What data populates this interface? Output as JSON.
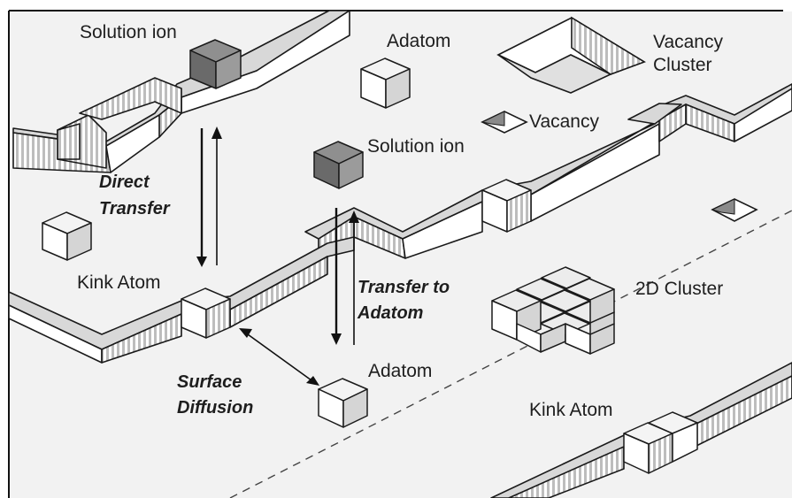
{
  "colors": {
    "terrace": "#f2f2f2",
    "terrace_lower": "#f7f7f7",
    "atom_top_light": "#f3f3f3",
    "atom_side_light": "#d2d2d2",
    "atom_dark_top": "#9a9a9a",
    "atom_dark_side": "#707070",
    "outline": "#1a1a1a"
  },
  "labels": {
    "solution_ion_top": "Solution ion",
    "adatom_top": "Adatom",
    "vacancy_cluster_line1": "Vacancy",
    "vacancy_cluster_line2": "Cluster",
    "vacancy": "Vacancy",
    "solution_ion_mid": "Solution ion",
    "direct_transfer_line1": "Direct",
    "direct_transfer_line2": "Transfer",
    "kink_atom_left": "Kink Atom",
    "transfer_adatom_line1": "Transfer to",
    "transfer_adatom_line2": "Adatom",
    "cluster_2d": "2D Cluster",
    "adatom_bottom": "Adatom",
    "surface_diffusion_line1": "Surface",
    "surface_diffusion_line2": "Diffusion",
    "kink_atom_bottom": "Kink Atom"
  }
}
